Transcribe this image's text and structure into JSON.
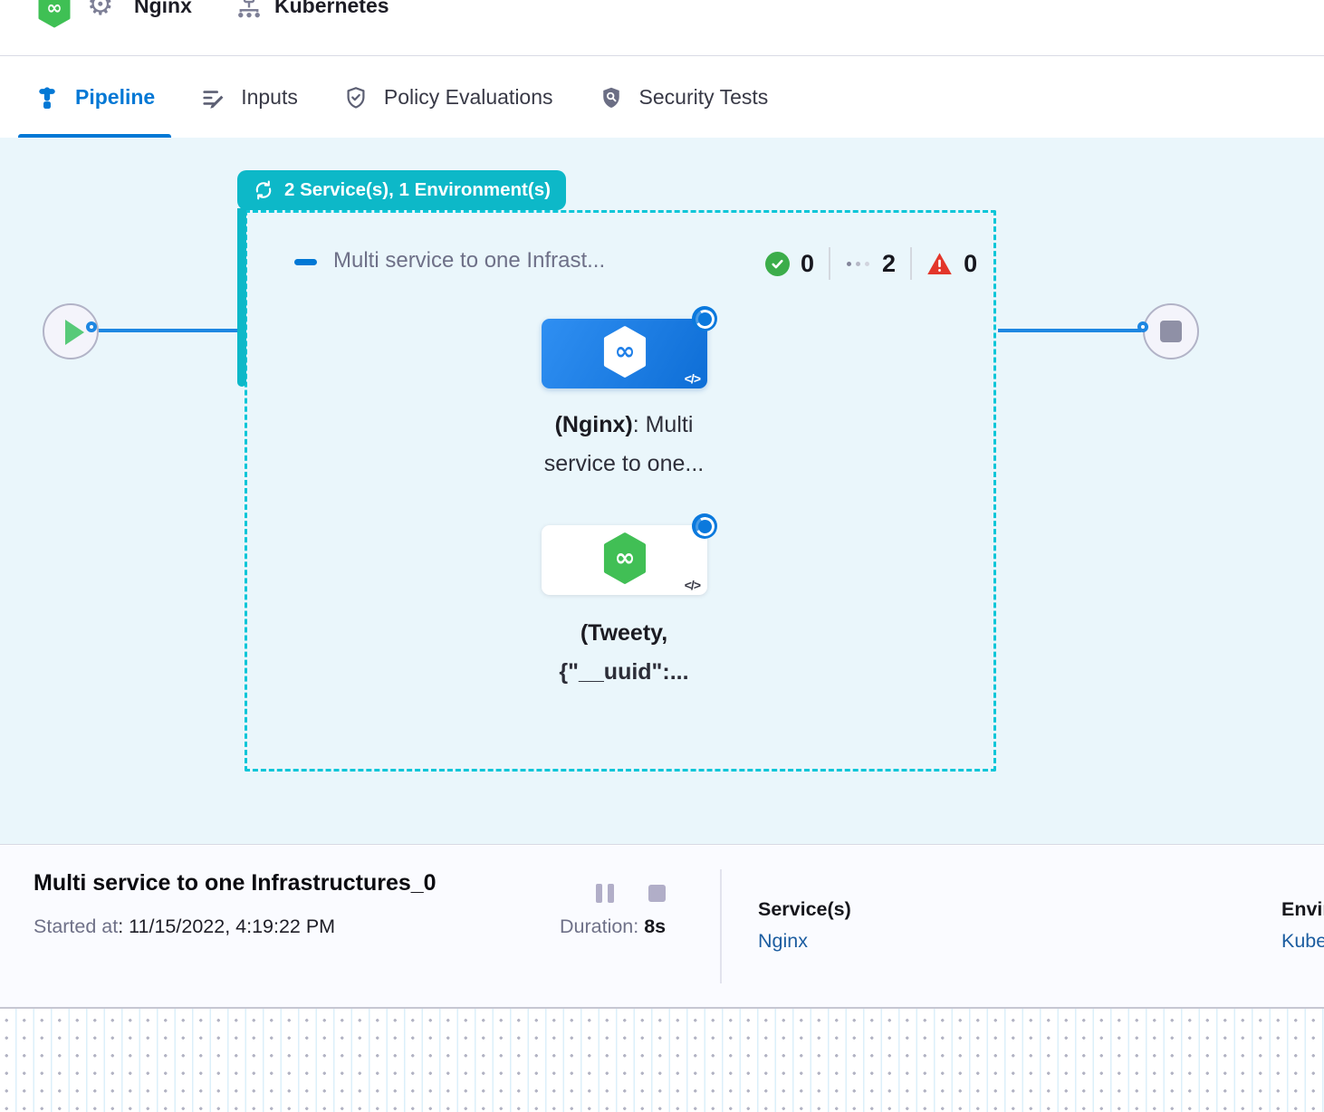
{
  "breadcrumb": {
    "service": "Nginx",
    "environment": "Kubernetes"
  },
  "tabs": [
    {
      "label": "Pipeline",
      "active": true
    },
    {
      "label": "Inputs",
      "active": false
    },
    {
      "label": "Policy Evaluations",
      "active": false
    },
    {
      "label": "Security Tests",
      "active": false
    }
  ],
  "canvas": {
    "group_badge": "2 Service(s), 1 Environment(s)",
    "stage": {
      "title": "Multi service to one Infrast...",
      "success_count": "0",
      "running_count": "2",
      "failed_count": "0"
    },
    "nodes": [
      {
        "title_bold": "(Nginx)",
        "title_rest": ": Multi",
        "subtitle": "service to one...",
        "code_glyph": "</>"
      },
      {
        "title_bold": "(Tweety,",
        "subtitle": "{\"__uuid\":...",
        "code_glyph": "</>"
      }
    ]
  },
  "footer": {
    "title": "Multi service to one Infrastructures_0",
    "started_label": "Started at",
    "started_value": ": 11/15/2022, 4:19:22 PM",
    "duration_label": "Duration: ",
    "duration_value": "8s",
    "services_label": "Service(s)",
    "services_value": "Nginx",
    "environment_label": "Environment(s)",
    "environment_value": "Kubernetes"
  },
  "colors": {
    "accent_blue": "#0278d5",
    "teal_badge": "#0db8c8",
    "dashed_border": "#0cc6d8",
    "harness_green": "#41bf55",
    "success_green": "#3cad4a",
    "error_red": "#e3362a",
    "link_blue": "#1c5da0",
    "canvas_bg": "#eaf6fb"
  }
}
